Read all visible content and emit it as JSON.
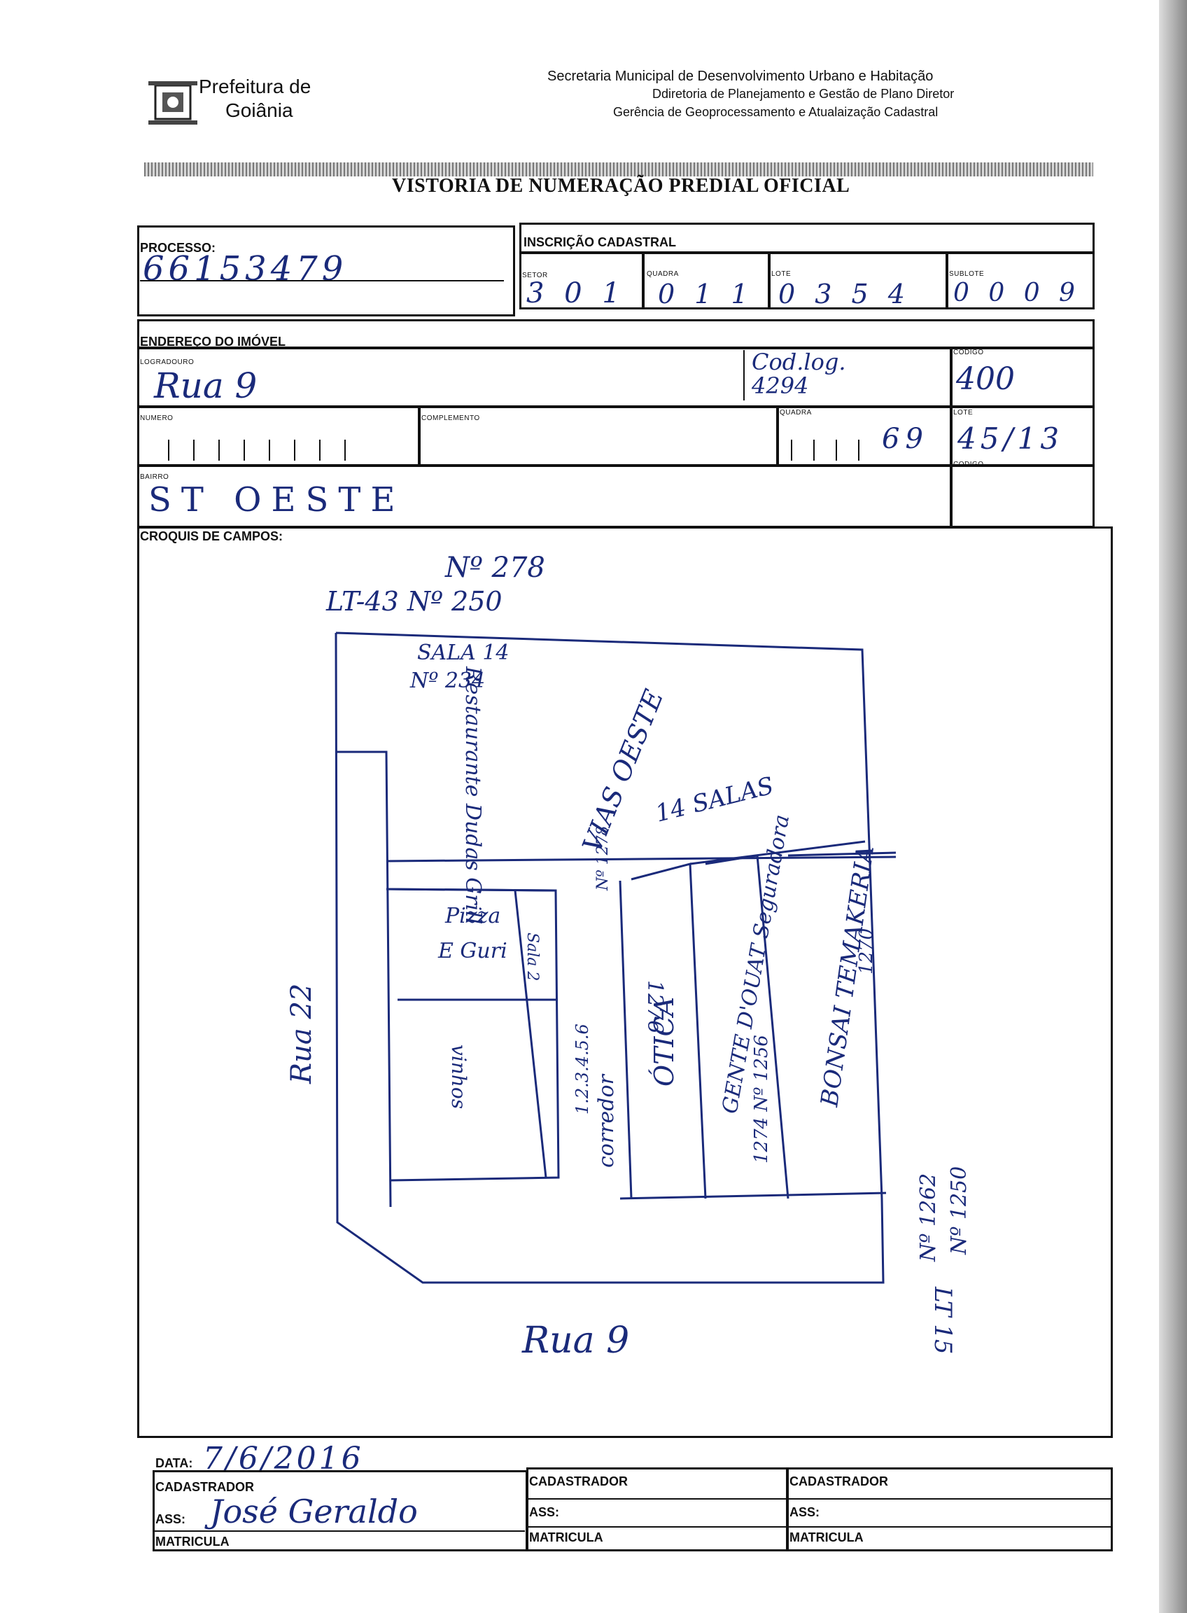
{
  "header": {
    "org_name_line1": "Prefeitura de",
    "org_name_line2": "Goiânia",
    "dept_line1": "Secretaria Municipal de Desenvolvimento Urbano e Habitação",
    "dept_line2": "Ddiretoria de Planejamento e Gestão de Plano Diretor",
    "dept_line3": "Gerência de Geoprocessamento e Atualaização Cadastral"
  },
  "title": "VISTORIA DE NUMERAÇÃO PREDIAL OFICIAL",
  "processo": {
    "label": "PROCESSO:",
    "value": "66153479"
  },
  "inscricao": {
    "label": "INSCRIÇÃO CADASTRAL",
    "setor_label": "SETOR",
    "setor_value": "3 0 1",
    "quadra_label": "QUADRA",
    "quadra_value": "0 1 1",
    "lote_label": "LOTE",
    "lote_value": "0 3 5 4",
    "sublote_label": "SUBLOTE",
    "sublote_value": "0 0 0 9"
  },
  "endereco": {
    "label": "ENDEREÇO DO IMÓVEL",
    "logradouro_label": "LOGRADOURO",
    "logradouro_value": "Rua 9",
    "cod_log_value": "Cod.log. 4294",
    "codigo_label": "CODIGO",
    "codigo_value": "400",
    "numero_label": "NUMERO",
    "complemento_label": "COMPLEMENTO",
    "quadra_label": "QUADRA",
    "quadra_value": "69",
    "lote_label": "LOTE",
    "lote_value": "45/13",
    "bairro_label": "BAIRRO",
    "bairro_value": "ST OESTE",
    "codigo2_label": "CODIGO"
  },
  "croquis": {
    "label": "CROQUIS DE CAMPOS:",
    "notes": {
      "top1": "Nº 278",
      "top2": "LT-43  Nº 250",
      "sala14": "SALA 14",
      "n234": "Nº 234",
      "restaurante": "Restaurante Dudas Grill",
      "vias_oeste": "VIAS OESTE",
      "salas14": "14 SALAS",
      "pizza": "Pizza",
      "e_guri": "E Guri",
      "sala2": "Sala 2",
      "vinhos": "vinhos",
      "n1278": "Nº 1278",
      "nums": "1.2.3.4.5.6",
      "corredor": "corredor",
      "otica": "ÓTICA",
      "n1276": "1276",
      "gente": "GENTE D'OUAT Seguradora",
      "n1274": "1274  Nº 1256",
      "bonsai": "BONSAI TEMAKERIA",
      "n1270": "1270",
      "rua22": "Rua 22",
      "n1262": "Nº 1262",
      "n1250": "Nº 1250",
      "lt15": "LT 15",
      "rua9": "Rua 9"
    }
  },
  "footer": {
    "data_label": "DATA:",
    "data_value": "7/6/2016",
    "cadastrador_label": "CADASTRADOR",
    "ass_label": "ASS:",
    "matricula_label": "MATRICULA",
    "signature": "José Geraldo"
  }
}
